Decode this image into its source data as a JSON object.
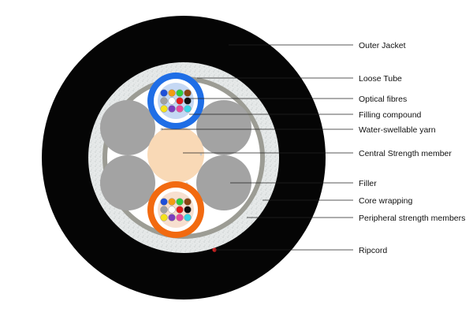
{
  "labels": {
    "outer_jacket": "Outer Jacket",
    "loose_tube": "Loose Tube",
    "optical_fibres": "Optical fibres",
    "filling_compound": "Filling compound",
    "water_swellable_yarn": "Water-swellable yarn",
    "central_strength_member": "Central Strength member",
    "filler": "Filler",
    "core_wrapping": "Core wrapping",
    "peripheral_strength_members": "Peripheral strength members",
    "ripcord": "Ripcord"
  },
  "colors": {
    "outer_jacket": "#050505",
    "peripheral_layer": "#e6e9e9",
    "core_wrapping": "#9c9c94",
    "core_interior": "#ffffff",
    "filler": "#a3a3a3",
    "central_strength_member": "#f9d9b6",
    "loose_tube_top": "#1f6ee6",
    "loose_tube_bottom": "#f26a10",
    "ripcord": "#cc2020",
    "leader_line": "#222222"
  },
  "fibre_colors": [
    "#1e4fd8",
    "#f39c12",
    "#2ecc40",
    "#8b4513",
    "#a0a0a0",
    "#ffffff",
    "#e21c1c",
    "#111111",
    "#f5e21b",
    "#7b3fbf",
    "#e84b9c",
    "#35d6e6"
  ]
}
